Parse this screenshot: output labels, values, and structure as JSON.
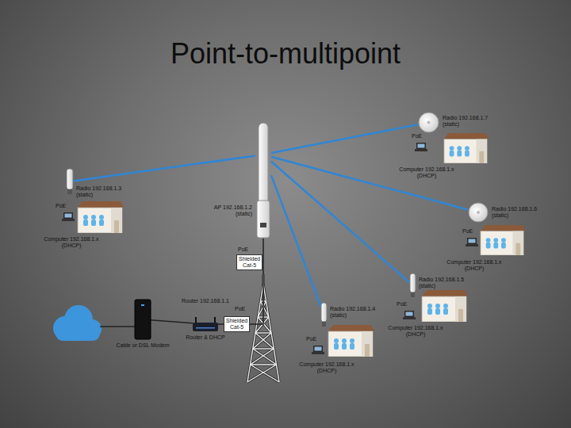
{
  "diagram": {
    "title": "Point-to-multipoint",
    "nodes": [
      {
        "text": [
          "AP 192.168.1.2 (static)"
        ]
      },
      {
        "text": [
          "Radio 192.168.1.3 (static)"
        ]
      },
      {
        "text": [
          "Computer 192.168.1.x (DHCP)"
        ]
      },
      {
        "text": [
          "Radio 192.168.1.4 (static)"
        ]
      },
      {
        "text": [
          "Computer 192.168.1.x (DHCP)"
        ]
      },
      {
        "text": [
          "Radio 192.168.1.5 (static)"
        ]
      },
      {
        "text": [
          "Computer 192.168.1.x (DHCP)"
        ]
      },
      {
        "text": [
          "Radio 192.168.1.6 (static)"
        ]
      },
      {
        "text": [
          "Computer 192.168.1.x (DHCP)"
        ]
      },
      {
        "text": [
          "Radio 192.168.1.7 (static)"
        ]
      },
      {
        "text": [
          "Computer 192.168.1.x (DHCP)"
        ]
      },
      {
        "text": [
          "Cable or DSL Modem"
        ]
      },
      {
        "text": [
          "Router 192.168.1.1",
          "Router & DHCP"
        ]
      }
    ],
    "edges": [
      {
        "from": 0,
        "to": 1,
        "arrow": "none"
      },
      {
        "from": 0,
        "to": 3,
        "arrow": "none"
      },
      {
        "from": 0,
        "to": 5,
        "arrow": "none"
      },
      {
        "from": 0,
        "to": 7,
        "arrow": "none"
      },
      {
        "from": 0,
        "to": 9,
        "arrow": "none"
      },
      {
        "from": 11,
        "to": 12,
        "arrow": "none"
      },
      {
        "from": 12,
        "to": 0,
        "arrow": "none"
      }
    ],
    "labels": [
      "PoE",
      "PoE",
      "PoE",
      "PoE",
      "PoE",
      "PoE",
      "PoE",
      "Shielded Cat-5",
      "Shielded Cat-5"
    ]
  }
}
